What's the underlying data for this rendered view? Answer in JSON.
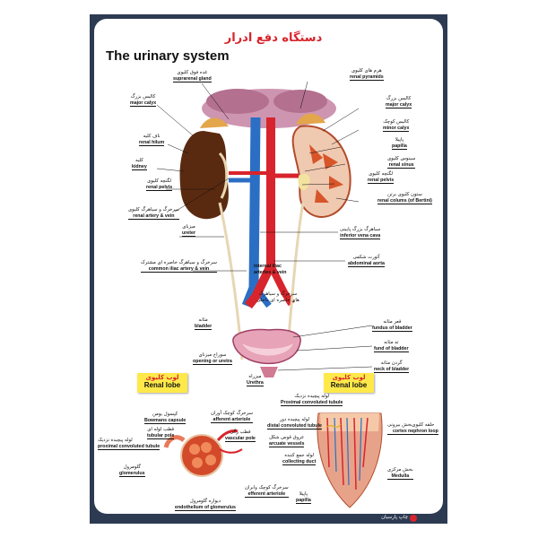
{
  "title": {
    "fa": "دستگاه دفع ادرار",
    "en": "The urinary system"
  },
  "labels_left": [
    {
      "id": "suprarenal",
      "fa": "غده فوق کلیوی",
      "en": "suprarenal gland"
    },
    {
      "id": "major-calyx-l",
      "fa": "کالیس بزرگ",
      "en": "major calyx"
    },
    {
      "id": "renal-hilum",
      "fa": "ناف کلیه",
      "en": "renal hilum"
    },
    {
      "id": "kidney",
      "fa": "کلیه",
      "en": "kidney"
    },
    {
      "id": "renal-pelvis-l",
      "fa": "لگنچه کلیوی",
      "en": "renal pelvis"
    },
    {
      "id": "renal-artery-vein",
      "fa": "سرخرگ و سیاهرگ کلیوی",
      "en": "renal artery & vein"
    },
    {
      "id": "ureter",
      "fa": "میزنای",
      "en": "ureter"
    },
    {
      "id": "common-iliac",
      "fa": "سرخرگ و سیاهرگ خاصره ای مشترک",
      "en": "common iliac artery & vein"
    },
    {
      "id": "internal-iliac",
      "fa": "",
      "en": "internal iliac arteries & vein"
    },
    {
      "id": "internal-iliac-fa",
      "fa": "سرخرگ و سیاهرگ های خاصره ای داخلی",
      "en": ""
    },
    {
      "id": "bladder",
      "fa": "مثانه",
      "en": "bladder"
    },
    {
      "id": "opening-uretra",
      "fa": "سوراخ میزنای",
      "en": "opening or uretra"
    },
    {
      "id": "urethra",
      "fa": "میزراه",
      "en": "Urethra"
    }
  ],
  "labels_right": [
    {
      "id": "renal-pyramids",
      "fa": "هرم های کلیوی",
      "en": "renal pyramids"
    },
    {
      "id": "major-calyx-r",
      "fa": "کالیس بزرگ",
      "en": "major calyx"
    },
    {
      "id": "minor-calyx",
      "fa": "کالیس کوچک",
      "en": "minor calyx"
    },
    {
      "id": "papilla",
      "fa": "پاپیلا",
      "en": "papilla"
    },
    {
      "id": "renal-sinus",
      "fa": "سینوس کلیوی",
      "en": "renal sinus"
    },
    {
      "id": "renal-pelvis-r",
      "fa": "لگنچه کلیوی",
      "en": "renal pelvis"
    },
    {
      "id": "renal-columns",
      "fa": "ستون کلیوی برتن",
      "en": "renal colums (of Bertini)"
    },
    {
      "id": "ivc",
      "fa": "سیاهرگ بزرگ پایینی",
      "en": "inferior vena cava"
    },
    {
      "id": "aorta",
      "fa": "آئورت شکمی",
      "en": "abdominal aorta"
    },
    {
      "id": "fundus",
      "fa": "قعر مثانه",
      "en": "fundus of bladder"
    },
    {
      "id": "fund",
      "fa": "ته مثانه",
      "en": "fund of bladder"
    },
    {
      "id": "neck",
      "fa": "گردن مثانه",
      "en": "neck of bladder"
    }
  ],
  "lobe_badges": [
    {
      "fa": "لوب کلیوی",
      "en": "Renal lobe"
    },
    {
      "fa": "لوب کلیوی",
      "en": "Renal lobe"
    }
  ],
  "nephron_labels": [
    {
      "id": "bowman",
      "fa": "کپسول بومن",
      "en": "Bowmans capsule"
    },
    {
      "id": "tubular-pole",
      "fa": "قطب لوله ای",
      "en": "tubular pole"
    },
    {
      "id": "pct",
      "fa": "لوله پیچیده نزدیک",
      "en": "proximal convoluted tubule"
    },
    {
      "id": "glomerulus",
      "fa": "گلومرول",
      "en": "glomerulus"
    },
    {
      "id": "afferent",
      "fa": "سرخرگ کوچک آوران",
      "en": "afferent arteriole"
    },
    {
      "id": "vascular-pole",
      "fa": "قطب رگی",
      "en": "vascular pole"
    },
    {
      "id": "efferent",
      "fa": "سرخرگ کوچک وابران",
      "en": "efferent arteriole"
    },
    {
      "id": "endothelium",
      "fa": "دیواره گلومرول",
      "en": "endothelium of glomerulus"
    }
  ],
  "lobe_labels": [
    {
      "id": "pct2",
      "fa": "لوله پیچیده نزدیک",
      "en": "Proximal convoluted tubule"
    },
    {
      "id": "dct",
      "fa": "لوله پیچیده دور",
      "en": "distal convoluted tubule"
    },
    {
      "id": "arcuate",
      "fa": "عروق قوس شکل",
      "en": "arcuate vessels"
    },
    {
      "id": "collecting",
      "fa": "لوله جمع کننده",
      "en": "collecting duct"
    },
    {
      "id": "papilla2",
      "fa": "پاپیلا",
      "en": "papilla"
    },
    {
      "id": "cortex",
      "fa": "بخش بیرونی",
      "en": "cortex"
    },
    {
      "id": "nephron-loop",
      "fa": "حلقه کلیوی",
      "en": "nephron loop"
    },
    {
      "id": "medulla",
      "fa": "بخش مرکزی",
      "en": "Medulla"
    }
  ],
  "footer": {
    "publisher": "چاپ پارسیان"
  },
  "colors": {
    "frame": "#2d3b52",
    "title_red": "#d8242c",
    "artery": "#d8242c",
    "vein": "#2b6fc4",
    "kidney_brown": "#5a2a10",
    "badge_yellow": "#ffe94a"
  }
}
